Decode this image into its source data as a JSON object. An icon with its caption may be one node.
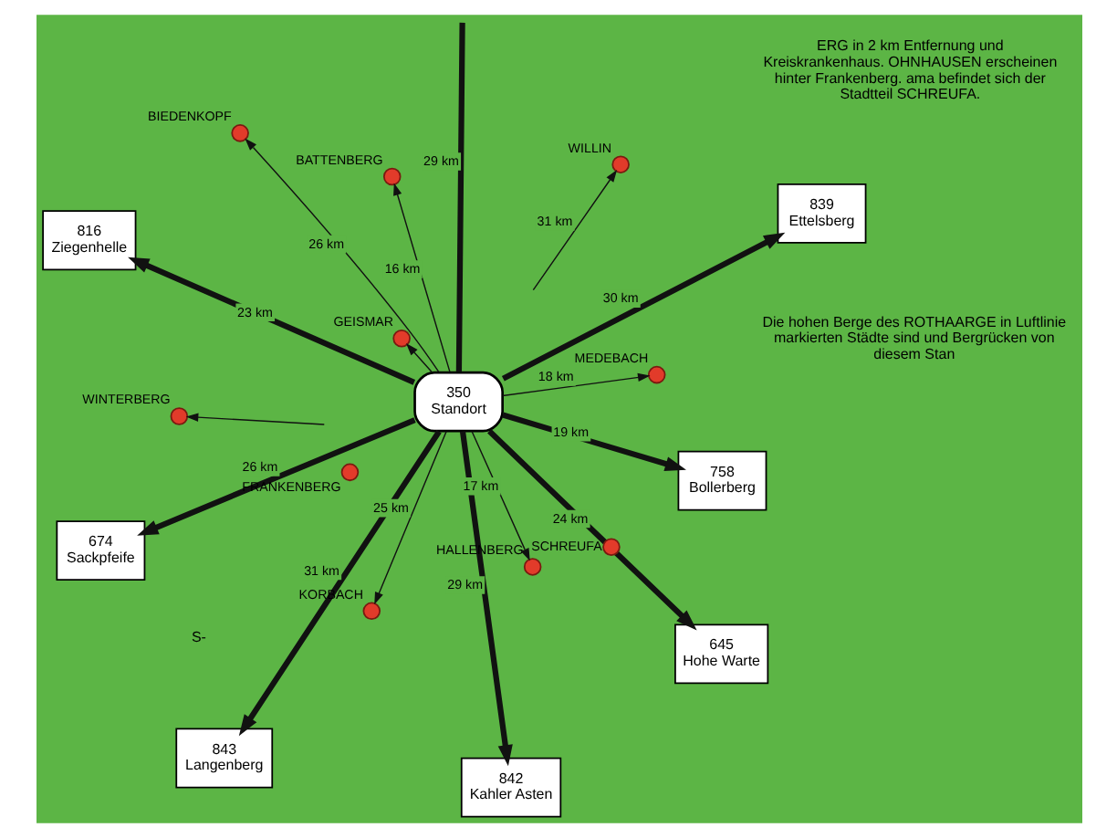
{
  "diagram": {
    "nodes": [
      {
        "text": [
          "350",
          "Standort"
        ]
      },
      {
        "text": [
          "674",
          "Sackpfeife"
        ]
      },
      {
        "text": [
          "645",
          "Hohe Warte"
        ]
      },
      {
        "text": [
          "816",
          "Ziegenhelle"
        ]
      },
      {
        "text": [
          "842",
          "Kahler Asten"
        ]
      },
      {
        "text": [
          "843",
          "Langenberg"
        ]
      },
      {
        "text": [
          "839",
          "Ettelsberg"
        ]
      },
      {
        "text": [],
        "shape": "circle",
        "beside": [
          "BIEDENKOPF"
        ]
      },
      {
        "text": [],
        "shape": "circle",
        "beside": [
          "WINTERBERG"
        ]
      },
      {
        "text": [],
        "shape": "circle",
        "beside": [
          "WILLIN"
        ]
      },
      {
        "text": [
          "758",
          "Bollerberg"
        ]
      },
      {
        "text": [],
        "shape": "circle",
        "beside": [
          "BATTENBERG"
        ]
      },
      {
        "text": [],
        "shape": "circle",
        "beside": [
          "HALLENBERG"
        ]
      },
      {
        "text": [],
        "shape": "circle",
        "beside": [
          "MEDEBACH"
        ]
      },
      {
        "text": [],
        "shape": "circle",
        "beside": [
          "FRANKENBERG"
        ]
      },
      {
        "text": [],
        "shape": "circle",
        "beside": [
          "SCHREUFA"
        ]
      },
      {
        "text": [],
        "shape": "circle",
        "beside": [
          "KORBACH"
        ]
      },
      {
        "text": [],
        "shape": "circle",
        "beside": [
          "GEISMAR"
        ]
      }
    ],
    "edges": [
      {
        "from": 0,
        "to": null,
        "arrow": "none",
        "label": "29 km",
        "style": "thick"
      },
      {
        "from": 0,
        "to": 7,
        "arrow": "to",
        "label": "26 km"
      },
      {
        "from": 0,
        "to": 1,
        "arrow": "to",
        "label": "26 km",
        "style": "thick"
      },
      {
        "from": 0,
        "to": 11,
        "arrow": "to",
        "label": "16 km"
      },
      {
        "from": 0,
        "to": 2,
        "arrow": "to",
        "label": "24 km",
        "style": "thick"
      },
      {
        "from": 0,
        "to": 3,
        "arrow": "to",
        "label": "23 km",
        "style": "thick"
      },
      {
        "from": 0,
        "to": 12,
        "arrow": "to",
        "label": "17 km"
      },
      {
        "from": 0,
        "to": 4,
        "arrow": "to",
        "label": "29 km",
        "style": "thick"
      },
      {
        "from": 0,
        "to": 10,
        "arrow": "to",
        "label": "19 km",
        "style": "thick"
      },
      {
        "from": null,
        "to": 8,
        "arrow": "to"
      },
      {
        "from": 0,
        "to": 5,
        "arrow": "to",
        "label": "31 km",
        "style": "thick"
      },
      {
        "from": 0,
        "to": 6,
        "arrow": "to",
        "label": "30 km",
        "style": "thick"
      },
      {
        "from": null,
        "to": 9,
        "arrow": "to",
        "label": "31 km"
      },
      {
        "from": 0,
        "to": 13,
        "arrow": "to",
        "label": "18 km"
      },
      {
        "from": 0,
        "to": 16,
        "arrow": "to",
        "label": "25 km"
      },
      {
        "from": 0,
        "to": 17,
        "arrow": "to"
      }
    ],
    "labels": [
      "ERG in 2 km Entfernung und Kreiskrankenhaus. OHNHAUSEN erscheinen hinter Frankenberg. ama befindet sich der Stadtteil SCHREUFA.",
      "Die hohen Berge des ROTHAARGE in Luftlinie markierten Städte sind und Bergrücken von diesem Stan",
      "S-"
    ]
  }
}
